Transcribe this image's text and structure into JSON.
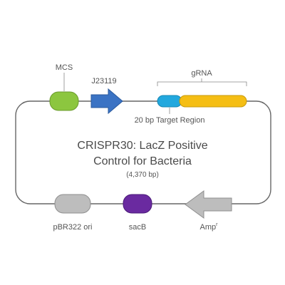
{
  "title_line1": "CRISPR30: LacZ Positive",
  "title_line2": "Control for Bacteria",
  "size": "(4,370 bp)",
  "features": {
    "mcs": {
      "label": "MCS",
      "color": "#8cc63f"
    },
    "promoter": {
      "label": "J23119",
      "color": "#3b73c4"
    },
    "grna": {
      "label": "gRNA",
      "color": "#f5be14"
    },
    "target": {
      "label": "20 bp Target Region",
      "color": "#22a8de"
    },
    "ori": {
      "label": "pBR322 ori",
      "color": "#bdbdbd"
    },
    "sacb": {
      "label": "sacB",
      "color": "#6a2aa0"
    },
    "amp": {
      "label": "Amp",
      "label_superscript": "r",
      "color": "#bdbdbd"
    }
  },
  "backbone_color": "#666666"
}
